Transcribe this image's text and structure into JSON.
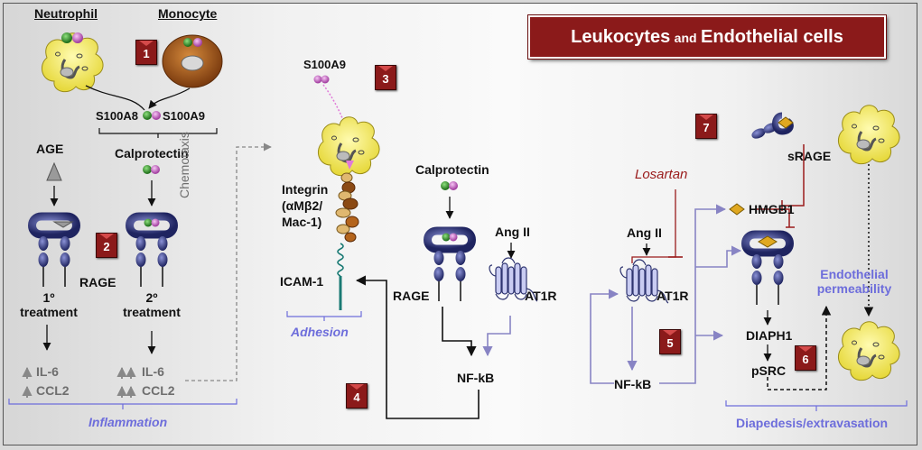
{
  "title": {
    "main": "Leukocytes",
    "and": "and",
    "second": "Endothelial cells"
  },
  "cells": {
    "neutrophil": "Neutrophil",
    "monocyte": "Monocyte"
  },
  "badges": [
    "1",
    "2",
    "3",
    "4",
    "5",
    "6",
    "7"
  ],
  "labels": {
    "s100a8": "S100A8",
    "s100a9": "S100A9",
    "s100a9_top": "S100A9",
    "calprotectin_left": "Calprotectin",
    "calprotectin_mid": "Calprotectin",
    "age": "AGE",
    "rage_left": "RAGE",
    "rage_mid": "RAGE",
    "treat1_a": "1º",
    "treat1_b": "treatment",
    "treat2_a": "2º",
    "treat2_b": "treatment",
    "il6_1": "IL-6",
    "ccl2_1": "CCL2",
    "il6_2": "IL-6",
    "ccl2_2": "CCL2",
    "inflammation": "Inflammation",
    "chemotaxis": "Chemotaxis",
    "integrin_1": "Integrin",
    "integrin_2": "(αMβ2/",
    "integrin_3": "Mac-1)",
    "icam1": "ICAM-1",
    "adhesion": "Adhesion",
    "angii_mid": "Ang II",
    "at1r_mid": "AT1R",
    "nfkb_mid": "NF-kB",
    "losartan": "Losartan",
    "angii_right": "Ang II",
    "at1r_right": "AT1R",
    "nfkb_right": "NF-kB",
    "srage": "sRAGE",
    "hmgb1": "HMGB1",
    "endothelial_1": "Endothelial",
    "endothelial_2": "permeability",
    "diaph1": "DIAPH1",
    "psrc": "pSRC",
    "diapedesis": "Diapedesis/extravasation"
  },
  "colors": {
    "badge": "#8b1a1a",
    "receptor": "#2e3470",
    "receptor_light": "#6c74b8",
    "arrow_purple": "#8884c4",
    "inflammation_blue": "#6d6ddb",
    "losartan_red": "#9a1b1b",
    "cell_yellow": "#f3ec6a",
    "monocyte_brown": "#a6531b",
    "s100a8_green": "#3f9b3a",
    "s100a9_pink": "#d37ad0"
  }
}
